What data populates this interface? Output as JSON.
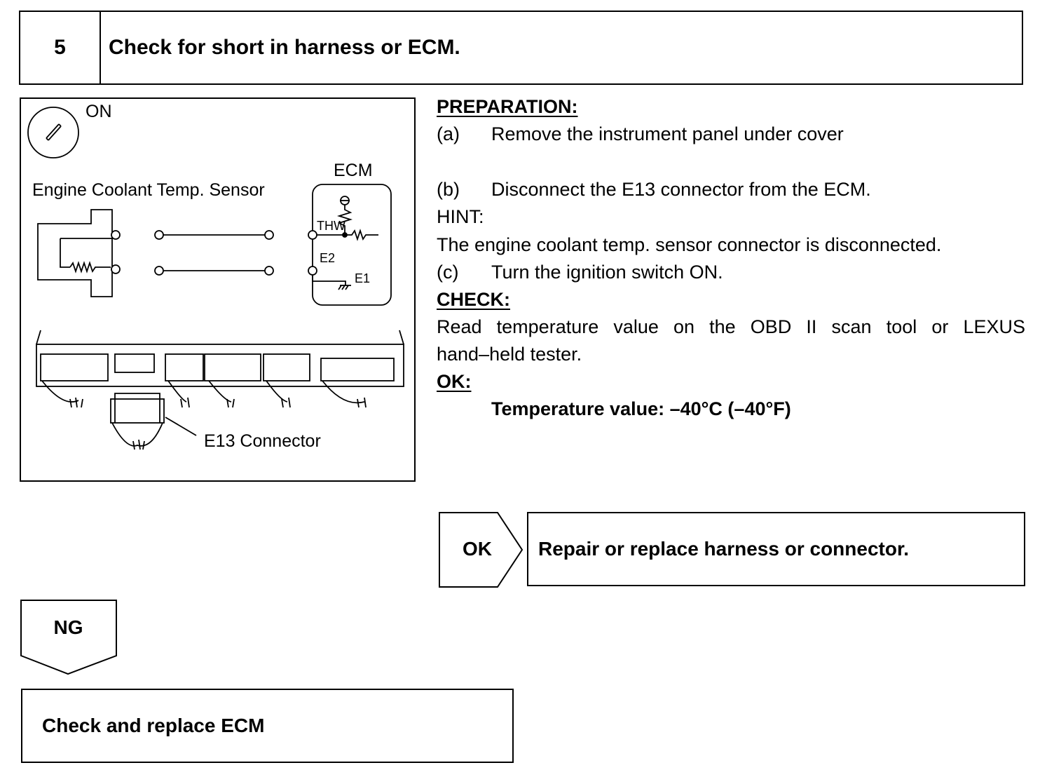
{
  "step": {
    "number": "5",
    "title": "Check for short in harness or ECM."
  },
  "diagram": {
    "ignition_label": "ON",
    "sensor_label": "Engine Coolant Temp. Sensor",
    "ecm_label": "ECM",
    "thw_label": "THW",
    "e2_label": "E2",
    "e1_label": "E1",
    "connector_label": "E13 Connector"
  },
  "instructions": {
    "preparation_heading": "PREPARATION:",
    "steps": [
      {
        "marker": "(a)",
        "text": "Remove the instrument panel under cover"
      },
      {
        "marker": "(b)",
        "text": "Disconnect the E13 connector from the ECM."
      },
      {
        "marker": "(c)",
        "text": "Turn the ignition switch ON."
      }
    ],
    "hint_label": "HINT:",
    "hint_text": "The engine coolant temp. sensor connector is disconnected.",
    "check_heading": "CHECK:",
    "check_text_line1": "Read temperature value on the OBD II scan tool or LEXUS",
    "check_text_line2": "hand–held tester.",
    "ok_heading": "OK:",
    "ok_spec": "Temperature value: –40°C (–40°F)"
  },
  "flow": {
    "ok_label": "OK",
    "ok_result": "Repair or replace harness or connector.",
    "ng_label": "NG",
    "ng_result": "Check and replace ECM"
  }
}
